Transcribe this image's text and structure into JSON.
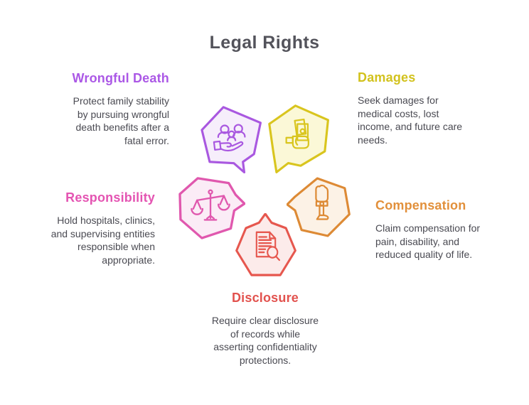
{
  "title": "Legal Rights",
  "title_color": "#53535b",
  "body_text_color": "#4a4a52",
  "background_color": "#ffffff",
  "sections": [
    {
      "id": "wrongful-death",
      "label": "Wrongful Death",
      "description": "Protect family stability\nby pursuing wrongful\ndeath benefits after a\nfatal error.",
      "accent_color": "#ab58e6",
      "bubble_stroke": "#a958e0",
      "bubble_fill": "#f6eefb",
      "icon": "family-in-hand-icon",
      "position": "top-left"
    },
    {
      "id": "damages",
      "label": "Damages",
      "description": "Seek damages for\nmedical costs, lost\nincome, and future care\nneeds.",
      "accent_color": "#d2c21d",
      "bubble_stroke": "#d9c51e",
      "bubble_fill": "#fbf8d7",
      "icon": "money-in-hand-icon",
      "position": "top-right"
    },
    {
      "id": "responsibility",
      "label": "Responsibility",
      "description": "Hold hospitals, clinics,\nand supervising entities\nresponsible when\nappropriate.",
      "accent_color": "#e454b2",
      "bubble_stroke": "#e058ae",
      "bubble_fill": "#fbecf6",
      "icon": "scales-of-justice-icon",
      "position": "middle-left"
    },
    {
      "id": "compensation",
      "label": "Compensation",
      "description": "Claim compensation for\npain, disability, and\nreduced quality of life.",
      "accent_color": "#e2903b",
      "bubble_stroke": "#dd8a35",
      "bubble_fill": "#fcf2e6",
      "icon": "prosthetic-leg-icon",
      "position": "middle-right"
    },
    {
      "id": "disclosure",
      "label": "Disclosure",
      "description": "Require clear disclosure\nof records while\nasserting confidentiality\nprotections.",
      "accent_color": "#e2524e",
      "bubble_stroke": "#e6574e",
      "bubble_fill": "#fcebea",
      "icon": "document-search-icon",
      "position": "bottom-center"
    }
  ]
}
